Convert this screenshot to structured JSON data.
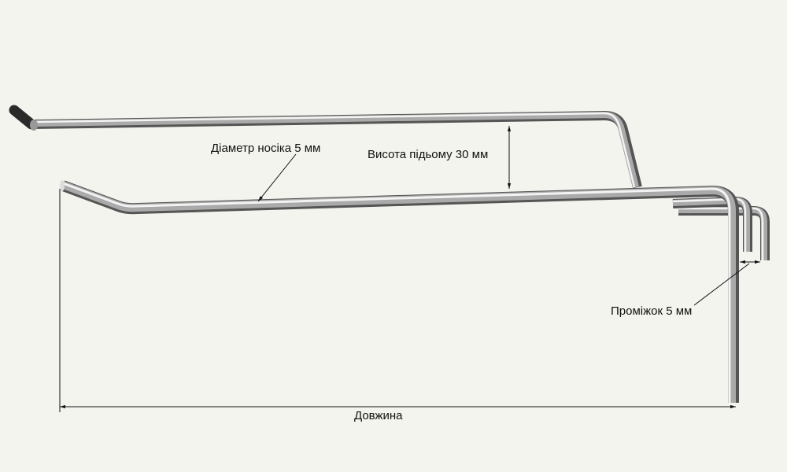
{
  "labels": {
    "nose_diameter": "Діаметр носіка 5 мм",
    "lift_height": "Висота підьому 30 мм",
    "gap": "Проміжок 5 мм",
    "length": "Довжина"
  },
  "colors": {
    "background": "#f4f4ee",
    "tube_dark": "#5a5a5a",
    "tube_mid": "#a8a8a8",
    "tube_light": "#f2f2f2",
    "tip": "#2a2a2a"
  }
}
